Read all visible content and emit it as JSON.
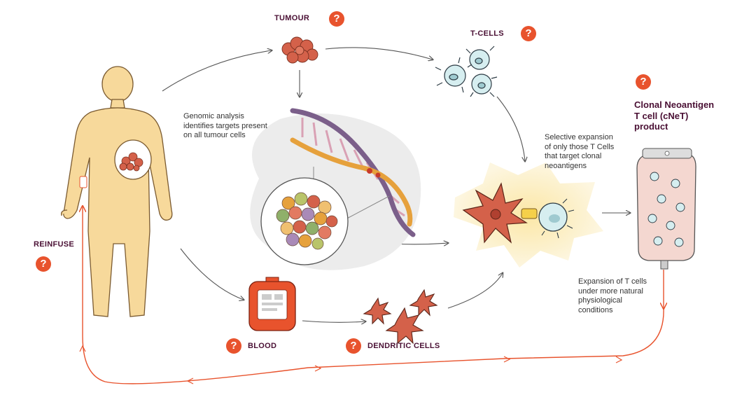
{
  "labels": {
    "tumour": "TUMOUR",
    "t_cells": "T-CELLS",
    "reinfuse": "REINFUSE",
    "blood": "BLOOD",
    "dendritic_cells": "DENDRITIC CELLS",
    "product_title_1": "Clonal Neoantigen",
    "product_title_2": "T cell (cNeT)",
    "product_title_3": "product"
  },
  "descriptions": {
    "genomic_1": "Genomic analysis",
    "genomic_2": "identifies targets present",
    "genomic_3": "on all tumour cells",
    "selective_1": "Selective expansion",
    "selective_2": "of only those T Cells",
    "selective_3": "that target clonal",
    "selective_4": "neoantigens",
    "expansion_1": "Expansion of T cells",
    "expansion_2": "under more natural",
    "expansion_3": "physiological",
    "expansion_4": "conditions"
  },
  "help_marker": "?",
  "colors": {
    "accent_red": "#e8532d",
    "label_purple": "#4a1034",
    "body_fill": "#f7d99b",
    "body_stroke": "#7a5a30",
    "tumour_fill": "#d4614a",
    "tcell_fill": "#d6eef0",
    "glow": "#fdf1c8"
  },
  "icons": [
    "human-body-icon",
    "tumour-icon",
    "t-cell-icon",
    "dna-helix-icon",
    "tumour-cells-magnified-icon",
    "dendritic-cell-icon",
    "blood-bag-icon",
    "infusion-bag-icon",
    "help-icon"
  ]
}
